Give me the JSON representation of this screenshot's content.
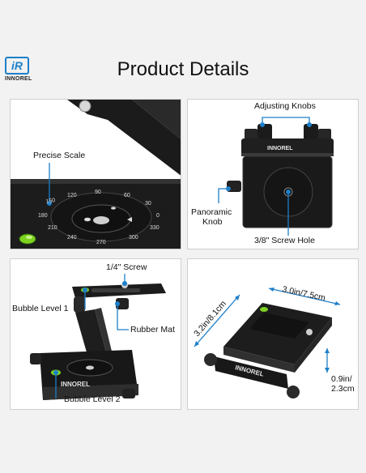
{
  "header": {
    "logo_mark": "iR",
    "logo_brand": "INNOREL",
    "title": "Product Details"
  },
  "panel1": {
    "label_precise_scale": "Precise Scale",
    "scale_numbers": [
      "150",
      "120",
      "90",
      "60",
      "30",
      "0",
      "330",
      "300",
      "270",
      "240",
      "210",
      "180"
    ]
  },
  "panel2": {
    "label_adjusting_knobs": "Adjusting Knobs",
    "label_panoramic": "Panoramic",
    "label_knob": "Knob",
    "label_screw_hole": "3/8\"  Screw Hole",
    "brand_on_plate": "INNOREL"
  },
  "panel3": {
    "label_screw": "1/4\"  Screw",
    "label_bubble1": "Bubble Level 1",
    "label_rubber": "Rubber Mat",
    "label_bubble2": "Bubble Level 2",
    "brand_on_base": "INNOREL"
  },
  "panel4": {
    "dim_width": "3.0in/7.5cm",
    "dim_depth": "3.2in/8.1cm",
    "dim_height_1": "0.9in/",
    "dim_height_2": "2.3cm",
    "brand_on_clamp": "INNOREL"
  },
  "colors": {
    "accent": "#1d7fc9",
    "metal": "#1e1e1e",
    "bubble": "#7ed321"
  }
}
